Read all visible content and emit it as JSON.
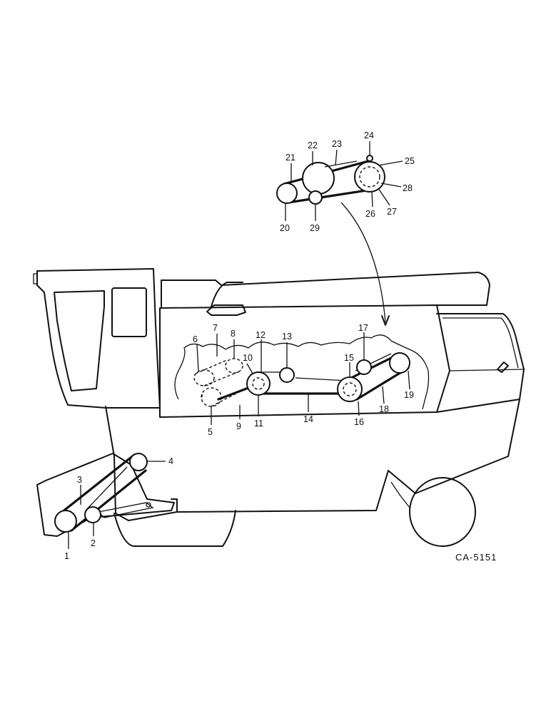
{
  "figure_code": "CA-5151",
  "callouts": [
    {
      "id": "1",
      "label": "1"
    },
    {
      "id": "2",
      "label": "2"
    },
    {
      "id": "3",
      "label": "3"
    },
    {
      "id": "4",
      "label": "4"
    },
    {
      "id": "5",
      "label": "5"
    },
    {
      "id": "6",
      "label": "6"
    },
    {
      "id": "7",
      "label": "7"
    },
    {
      "id": "8",
      "label": "8"
    },
    {
      "id": "9",
      "label": "9"
    },
    {
      "id": "10",
      "label": "10"
    },
    {
      "id": "11",
      "label": "11"
    },
    {
      "id": "12",
      "label": "12"
    },
    {
      "id": "13",
      "label": "13"
    },
    {
      "id": "14",
      "label": "14"
    },
    {
      "id": "15",
      "label": "15"
    },
    {
      "id": "16",
      "label": "16"
    },
    {
      "id": "17",
      "label": "17"
    },
    {
      "id": "18",
      "label": "18"
    },
    {
      "id": "19",
      "label": "19"
    },
    {
      "id": "20",
      "label": "20"
    },
    {
      "id": "21",
      "label": "21"
    },
    {
      "id": "22",
      "label": "22"
    },
    {
      "id": "23",
      "label": "23"
    },
    {
      "id": "24",
      "label": "24"
    },
    {
      "id": "25",
      "label": "25"
    },
    {
      "id": "26",
      "label": "26"
    },
    {
      "id": "27",
      "label": "27"
    },
    {
      "id": "28",
      "label": "28"
    },
    {
      "id": "29",
      "label": "29"
    }
  ]
}
